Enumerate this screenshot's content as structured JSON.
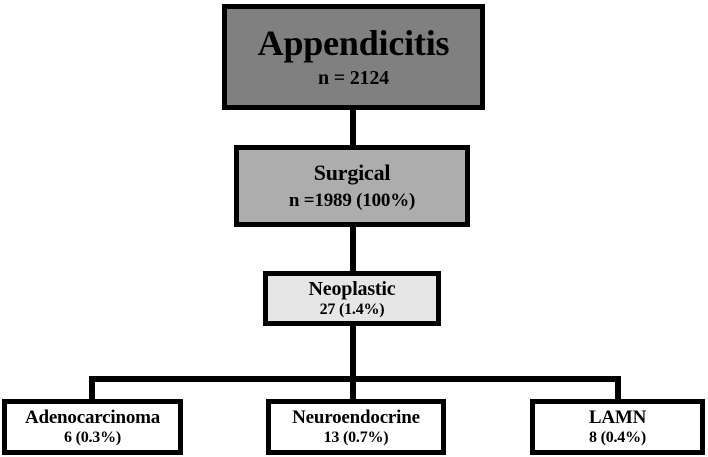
{
  "diagram": {
    "type": "flowchart",
    "orientation": "top-down",
    "levels": 4,
    "colors": {
      "level1_fill": "#808080",
      "level2_fill": "#adadad",
      "level3_fill": "#e6e6e6",
      "level4_fill": "#ffffff",
      "border": "#000000",
      "connector": "#000000",
      "text": "#000000",
      "background": "#ffffff"
    },
    "nodes": {
      "appendicitis": {
        "title": "Appendicitis",
        "stat": "n = 2124"
      },
      "surgical": {
        "title": "Surgical",
        "stat": "n =1989 (100%)"
      },
      "neoplastic": {
        "title": "Neoplastic",
        "stat": "27 (1.4%)"
      },
      "adenocarcinoma": {
        "title": "Adenocarcinoma",
        "stat": "6 (0.3%)"
      },
      "neuroendocrine": {
        "title": "Neuroendocrine",
        "stat": "13 (0.7%)"
      },
      "lamn": {
        "title": "LAMN",
        "stat": "8 (0.4%)"
      }
    }
  }
}
